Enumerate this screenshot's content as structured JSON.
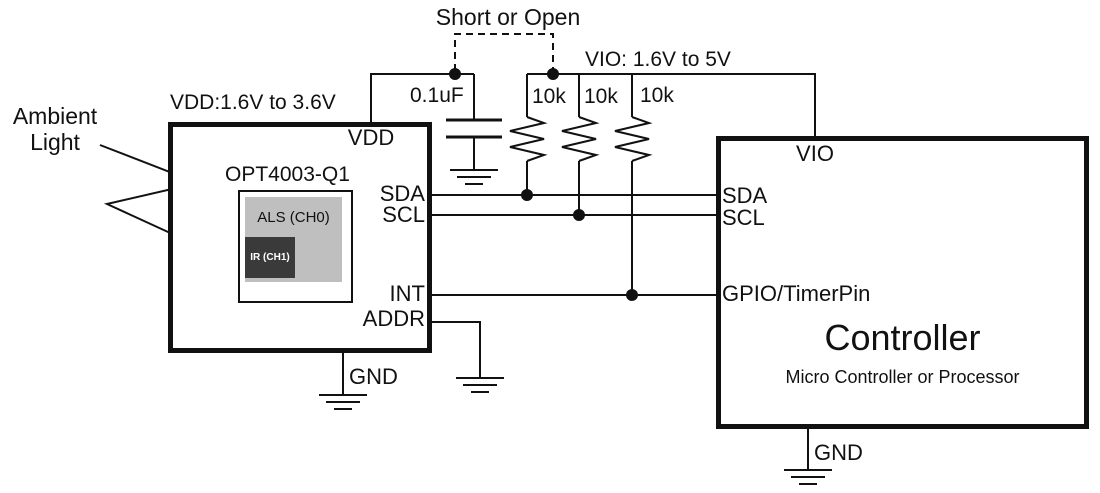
{
  "diagram": {
    "ambient_light": "Ambient Light",
    "short_or_open": "Short or Open",
    "vdd_supply": "VDD:1.6V to 3.6V",
    "vio_supply": "VIO: 1.6V to 5V",
    "capacitor_value": "0.1uF",
    "resistor_values": [
      "10k",
      "10k",
      "10k"
    ]
  },
  "sensor": {
    "part_number": "OPT4003-Q1",
    "pins": {
      "vdd": "VDD",
      "sda": "SDA",
      "scl": "SCL",
      "int": "INT",
      "addr": "ADDR"
    },
    "gnd": "GND",
    "die": {
      "als": "ALS (CH0)",
      "ir": "IR (CH1)"
    }
  },
  "controller": {
    "title": "Controller",
    "subtitle": "Micro Controller or Processor",
    "pins": {
      "vio": "VIO",
      "sda": "SDA",
      "scl": "SCL",
      "gpio": "GPIO/TimerPin"
    },
    "gnd": "GND"
  },
  "colors": {
    "line": "#111111",
    "als_fill": "#bfbfbf",
    "ir_fill": "#3a3a3a"
  }
}
